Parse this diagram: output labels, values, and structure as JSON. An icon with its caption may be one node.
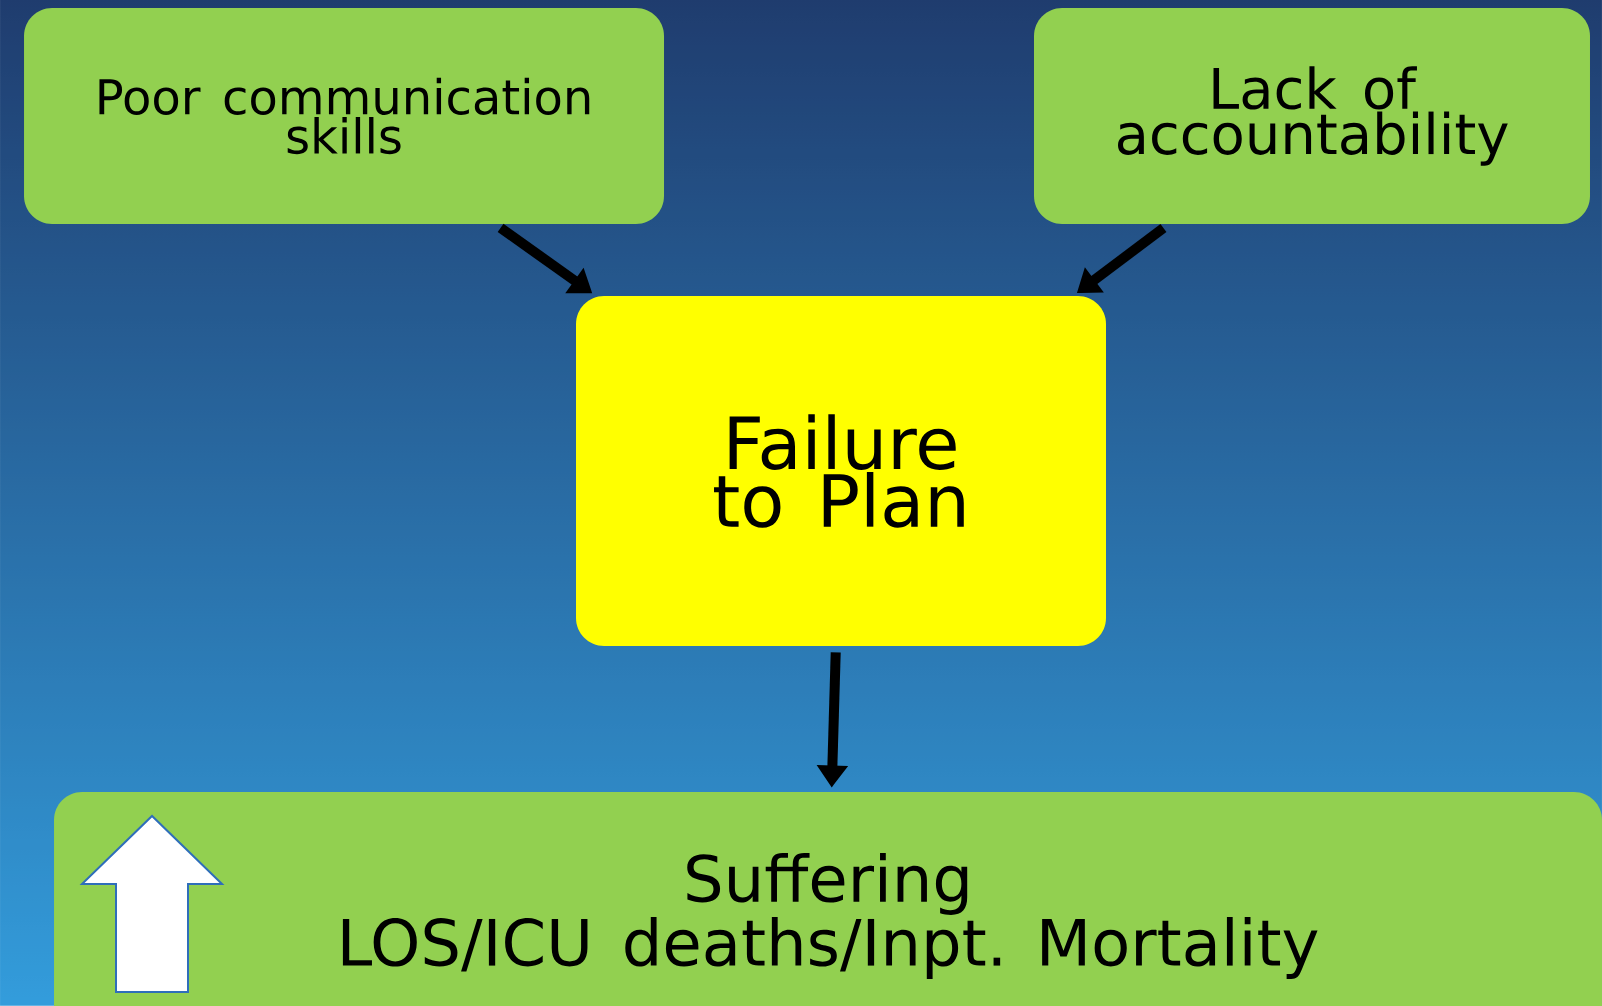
{
  "diagram": {
    "nodes": [
      {
        "text": [
          "Poor communication skills"
        ]
      },
      {
        "text": [
          "Lack of accountability"
        ]
      },
      {
        "text": [
          "Failure to Plan"
        ]
      },
      {
        "text": [
          "Suffering",
          "LOS/ICU deaths/Inpt. Mortality"
        ]
      }
    ],
    "edges": [
      {
        "from": 0,
        "to": 2,
        "arrow": "to"
      },
      {
        "from": 1,
        "to": 2,
        "arrow": "to"
      },
      {
        "from": 2,
        "to": 3,
        "arrow": "to"
      }
    ]
  }
}
